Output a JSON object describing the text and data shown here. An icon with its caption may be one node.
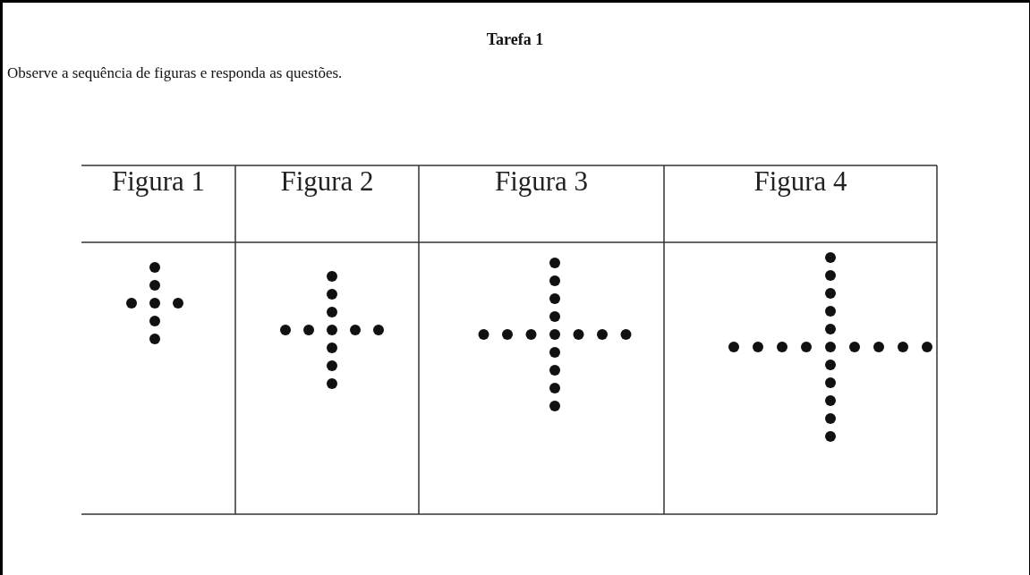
{
  "diagram": {
    "title": "Tarefa 1",
    "labels": [
      "Observe a sequência de figuras e responda as questões.",
      "Figura 1",
      "Figura 2",
      "Figura 3",
      "Figura 4"
    ]
  }
}
